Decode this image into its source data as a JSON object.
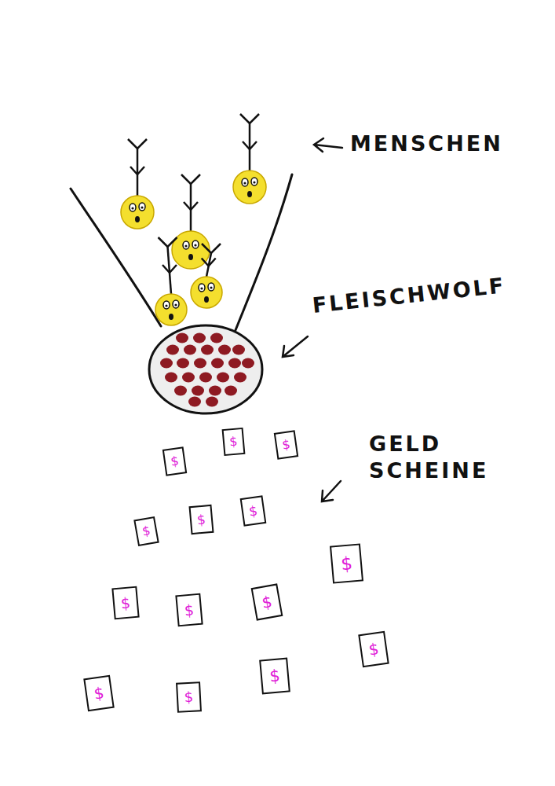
{
  "diagram": {
    "nodes": [
      {
        "text": [
          "$"
        ]
      },
      {
        "text": [
          "$"
        ]
      },
      {
        "text": [
          "$"
        ]
      },
      {
        "text": [
          "$"
        ]
      },
      {
        "text": [
          "$"
        ]
      },
      {
        "text": [
          "$"
        ]
      },
      {
        "text": [
          "$"
        ]
      },
      {
        "text": [
          "$"
        ]
      },
      {
        "text": [
          "$"
        ]
      },
      {
        "text": [
          "$"
        ]
      },
      {
        "text": [
          "$"
        ]
      },
      {
        "text": [
          "$"
        ]
      },
      {
        "text": [
          "$"
        ]
      },
      {
        "text": [
          "$"
        ]
      }
    ],
    "labels": [
      "MENSCHEN",
      "FLEISCHWOLF",
      "GELD SCHEINE"
    ]
  }
}
